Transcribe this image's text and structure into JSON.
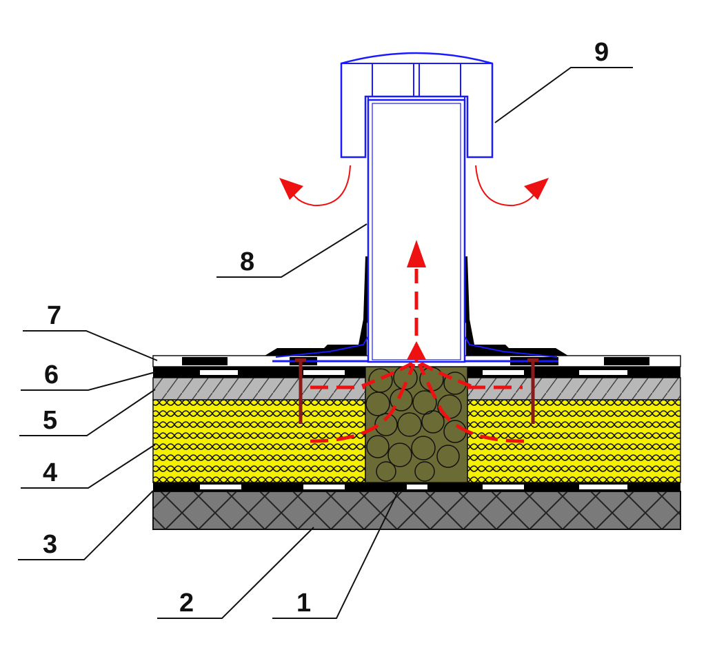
{
  "callouts": [
    {
      "id": "1",
      "text": "1",
      "part": "filler-core"
    },
    {
      "id": "2",
      "text": "2",
      "part": "concrete-base"
    },
    {
      "id": "3",
      "text": "3",
      "part": "bottom-membrane"
    },
    {
      "id": "4",
      "text": "4",
      "part": "insulation"
    },
    {
      "id": "5",
      "text": "5",
      "part": "screed"
    },
    {
      "id": "6",
      "text": "6",
      "part": "lower-membrane"
    },
    {
      "id": "7",
      "text": "7",
      "part": "top-membrane"
    },
    {
      "id": "8",
      "text": "8",
      "part": "vent-pipe"
    },
    {
      "id": "9",
      "text": "9",
      "part": "vent-cap"
    }
  ],
  "colors": {
    "outline": "#1a1aff",
    "flow_arrow": "#ee1111",
    "insulation": "#f5f000",
    "screed": "#b8b8b8",
    "concrete": "#7a7a7a",
    "filler": "#6b6b35",
    "membrane_dark": "#000000"
  }
}
